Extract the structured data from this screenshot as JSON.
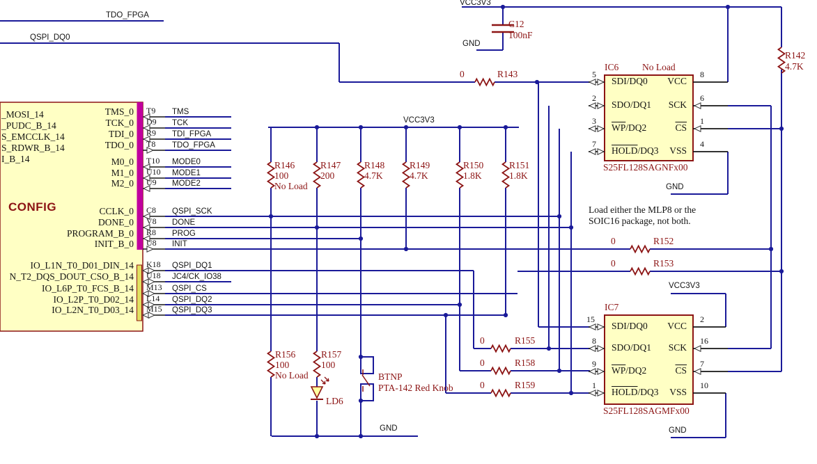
{
  "colors": {
    "wire": "#1a1a99",
    "component": "#8c1414",
    "black_text": "#141414",
    "block_fill": "#ffffc4",
    "band_magenta": "#c0009e",
    "io_band": "#e0e060",
    "led_fill": "#ffff9e"
  },
  "top_labels": {
    "tdo": "TDO_FPGA",
    "dq0": "QSPI_DQ0"
  },
  "power": {
    "vcc_top": "VCC3V3",
    "vcc_mid": "VCC3V3",
    "vcc_ic7": "VCC3V3",
    "gnd_c12": "GND",
    "gnd_ic6": "GND",
    "gnd_ic7": "GND",
    "gnd_bottom": "GND"
  },
  "note": {
    "line1": "Load either the MLP8 or the",
    "line2": "SOIC16 package, not both."
  },
  "config": {
    "title": "CONFIG",
    "left_texts": [
      "_MOSI_14",
      "_PUDC_B_14",
      "S_EMCCLK_14",
      "S_RDWR_B_14",
      "I_B_14"
    ],
    "jtag": [
      {
        "num": "T9",
        "name": "TMS_0",
        "net": "TMS"
      },
      {
        "num": "D9",
        "name": "TCK_0",
        "net": "TCK"
      },
      {
        "num": "R9",
        "name": "TDI_0",
        "net": "TDI_FPGA"
      },
      {
        "num": "T8",
        "name": "TDO_0",
        "net": "TDO_FPGA"
      }
    ],
    "mode": [
      {
        "num": "T10",
        "name": "M0_0",
        "net": "MODE0"
      },
      {
        "num": "U10",
        "name": "M1_0",
        "net": "MODE1"
      },
      {
        "num": "U9",
        "name": "M2_0",
        "net": "MODE2"
      }
    ],
    "cfg": [
      {
        "num": "C8",
        "name": "CCLK_0",
        "net": "QSPI_SCK"
      },
      {
        "num": "V8",
        "name": "DONE_0",
        "net": "DONE"
      },
      {
        "num": "R8",
        "name": "PROGRAM_B_0",
        "net": "PROG"
      },
      {
        "num": "U8",
        "name": "INIT_B_0",
        "net": "INIT"
      }
    ],
    "io": [
      {
        "num": "K18",
        "name": "IO_L1N_T0_D01_DIN_14",
        "net": "QSPI_DQ1"
      },
      {
        "num": "U18",
        "name": "N_T2_DQS_DOUT_CSO_B_14",
        "net": "JC4/CK_IO38"
      },
      {
        "num": "M13",
        "name": "IO_L6P_T0_FCS_B_14",
        "net": "QSPI_CS"
      },
      {
        "num": "L14",
        "name": "IO_L2P_T0_D02_14",
        "net": "QSPI_DQ2"
      },
      {
        "num": "M15",
        "name": "IO_L2N_T0_D03_14",
        "net": "QSPI_DQ3"
      }
    ]
  },
  "resistors": {
    "R142": {
      "ref": "R142",
      "val": "4.7K"
    },
    "R143": {
      "ref": "R143",
      "val": "0"
    },
    "R146": {
      "ref": "R146",
      "val": "100",
      "note": "No Load"
    },
    "R147": {
      "ref": "R147",
      "val": "200"
    },
    "R148": {
      "ref": "R148",
      "val": "4.7K"
    },
    "R149": {
      "ref": "R149",
      "val": "4.7K"
    },
    "R150": {
      "ref": "R150",
      "val": "1.8K"
    },
    "R151": {
      "ref": "R151",
      "val": "1.8K"
    },
    "R152": {
      "ref": "R152",
      "val": "0"
    },
    "R153": {
      "ref": "R153",
      "val": "0"
    },
    "R155": {
      "ref": "R155",
      "val": "0"
    },
    "R156": {
      "ref": "R156",
      "val": "100",
      "note": "No Load"
    },
    "R157": {
      "ref": "R157",
      "val": "100"
    },
    "R158": {
      "ref": "R158",
      "val": "0"
    },
    "R159": {
      "ref": "R159",
      "val": "0"
    }
  },
  "capacitor": {
    "ref": "C12",
    "val": "100nF"
  },
  "ic6": {
    "ref": "IC6",
    "note": "No Load",
    "part": "S25FL128SAGNFx00",
    "left": [
      {
        "num": "5",
        "over": "",
        "rest": "SDI/DQ0"
      },
      {
        "num": "2",
        "over": "",
        "rest": "SDO/DQ1"
      },
      {
        "num": "3",
        "over": "WP",
        "rest": "/DQ2"
      },
      {
        "num": "7",
        "over": "HOLD",
        "rest": "/DQ3"
      }
    ],
    "right": [
      {
        "num": "8",
        "over": "",
        "rest": "VCC"
      },
      {
        "num": "6",
        "over": "",
        "rest": "SCK"
      },
      {
        "num": "1",
        "over": "CS",
        "rest": ""
      },
      {
        "num": "4",
        "over": "",
        "rest": "VSS"
      }
    ]
  },
  "ic7": {
    "ref": "IC7",
    "part": "S25FL128SAGMFx00",
    "left": [
      {
        "num": "15",
        "over": "",
        "rest": "SDI/DQ0"
      },
      {
        "num": "8",
        "over": "",
        "rest": "SDO/DQ1"
      },
      {
        "num": "9",
        "over": "WP",
        "rest": "/DQ2"
      },
      {
        "num": "1",
        "over": "HOLD",
        "rest": "/DQ3"
      }
    ],
    "right": [
      {
        "num": "2",
        "over": "",
        "rest": "VCC"
      },
      {
        "num": "16",
        "over": "",
        "rest": "SCK"
      },
      {
        "num": "7",
        "over": "CS",
        "rest": ""
      },
      {
        "num": "10",
        "over": "",
        "rest": "VSS"
      }
    ]
  },
  "led": {
    "ref": "LD6"
  },
  "button": {
    "ref": "BTNP",
    "part": "PTA-142 Red Knob"
  }
}
